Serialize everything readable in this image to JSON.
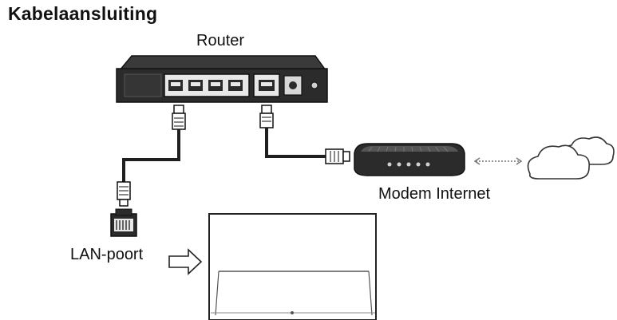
{
  "title": "Kabelaansluiting",
  "labels": {
    "router": "Router",
    "modem": "Modem Internet",
    "lan_port": "LAN-poort"
  },
  "colors": {
    "device_dark": "#2b2b2b",
    "device_mid": "#3a3a3a",
    "cable": "#1f1f1f",
    "outline": "#222222",
    "cloud_stroke": "#333333",
    "dotted_link": "#777777"
  },
  "icons": {
    "router": "router-icon",
    "modem": "modem-icon",
    "cloud": "cloud-icon",
    "tv": "tv-icon",
    "arrow": "arrow-right-outline-icon",
    "lan_plug": "rj45-plug-icon"
  }
}
